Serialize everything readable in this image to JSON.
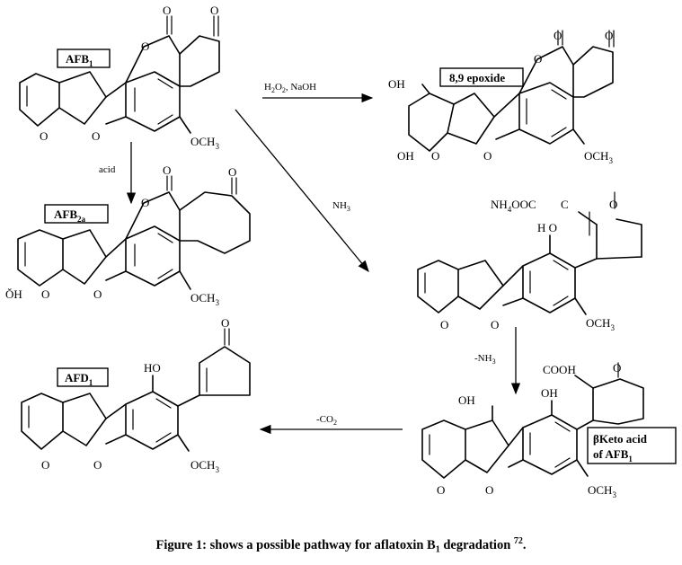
{
  "compounds": {
    "afb1": {
      "label": "AFB",
      "sub": "1"
    },
    "epoxide": {
      "label": "8,9 epoxide"
    },
    "afb2a": {
      "label": "AFB",
      "sub": "2a"
    },
    "afd1": {
      "label": "AFD",
      "sub": "1"
    },
    "betaketo": {
      "label_line1": "βKeto acid",
      "label_line2_a": "of AFB",
      "label_line2_sub": "1"
    }
  },
  "reagents": {
    "peroxide_a": "H",
    "peroxide_sub1": "2",
    "peroxide_b": "O",
    "peroxide_sub2": "2",
    "peroxide_c": ", NaOH",
    "acid": "acid",
    "ammonia": "NH",
    "ammonia_sub": "3",
    "minus_ammonia": "-NH",
    "minus_ammonia_sub": "3",
    "minus_co2": "-CO",
    "minus_co2_sub": "2"
  },
  "atoms": {
    "O": "O",
    "OCH3": "OCH",
    "OCH3_sub": "3",
    "OH": "OH",
    "HO": "HO",
    "H_O": "H O",
    "COOH": "COOH",
    "NH4OOC": "NH",
    "NH4OOC_sub": "4",
    "NH4OOC_tail": "OOC",
    "C": "C",
    "OH_left": "ŎH"
  },
  "caption": {
    "text": "Figure 1: shows a possible pathway for aflatoxin B",
    "sub": "1",
    "tail": " degradation ",
    "ref": "72",
    "end": "."
  }
}
